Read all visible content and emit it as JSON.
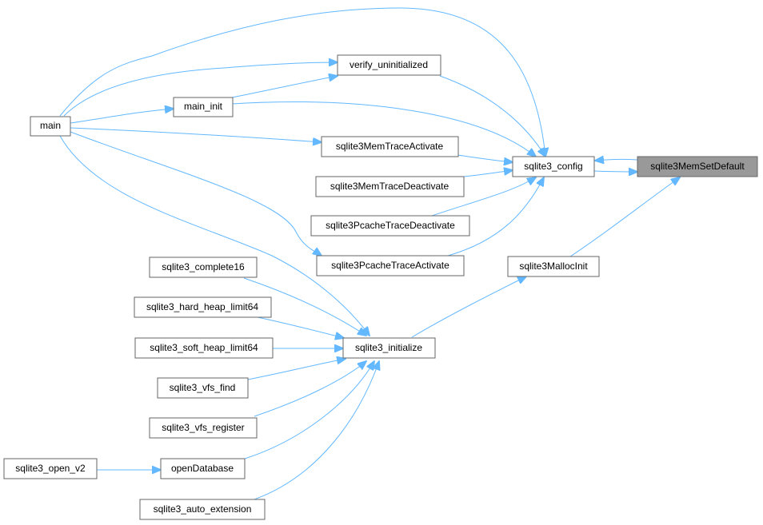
{
  "colors": {
    "edge": "#63b8ff",
    "node_border": "#666666",
    "highlight_fill": "#999999"
  },
  "nodes": {
    "main": "main",
    "main_init": "main_init",
    "verify_uninitialized": "verify_uninitialized",
    "sqlite3MemTraceActivate": "sqlite3MemTraceActivate",
    "sqlite3MemTraceDeactivate": "sqlite3MemTraceDeactivate",
    "sqlite3PcacheTraceDeactivate": "sqlite3PcacheTraceDeactivate",
    "sqlite3PcacheTraceActivate": "sqlite3PcacheTraceActivate",
    "sqlite3_config": "sqlite3_config",
    "sqlite3MemSetDefault": "sqlite3MemSetDefault",
    "sqlite3MallocInit": "sqlite3MallocInit",
    "sqlite3_complete16": "sqlite3_complete16",
    "sqlite3_hard_heap_limit64": "sqlite3_hard_heap_limit64",
    "sqlite3_soft_heap_limit64": "sqlite3_soft_heap_limit64",
    "sqlite3_initialize": "sqlite3_initialize",
    "sqlite3_vfs_find": "sqlite3_vfs_find",
    "sqlite3_vfs_register": "sqlite3_vfs_register",
    "sqlite3_open_v2": "sqlite3_open_v2",
    "openDatabase": "openDatabase",
    "sqlite3_auto_extension": "sqlite3_auto_extension"
  }
}
